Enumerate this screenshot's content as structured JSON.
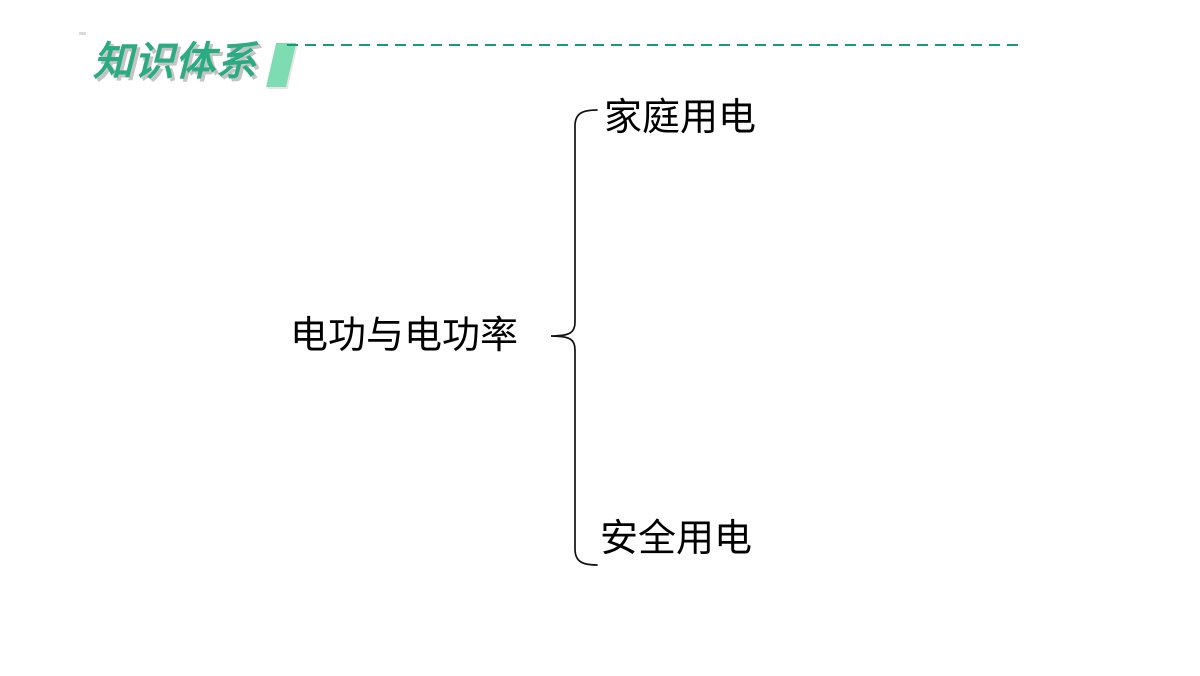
{
  "header": {
    "title": "知识体系"
  },
  "diagram": {
    "root": "电功与电功率",
    "branches": [
      {
        "label": "家庭用电"
      },
      {
        "label": "安全用电"
      }
    ]
  },
  "icons": {
    "accent_shape": "parallelogram-accent",
    "connector": "curly-brace"
  },
  "colors": {
    "title_green": "#2BAB81",
    "accent_light_green": "#7EDCB2",
    "dashed_line": "#19997C",
    "text": "#000000",
    "background": "#FFFFFF"
  }
}
